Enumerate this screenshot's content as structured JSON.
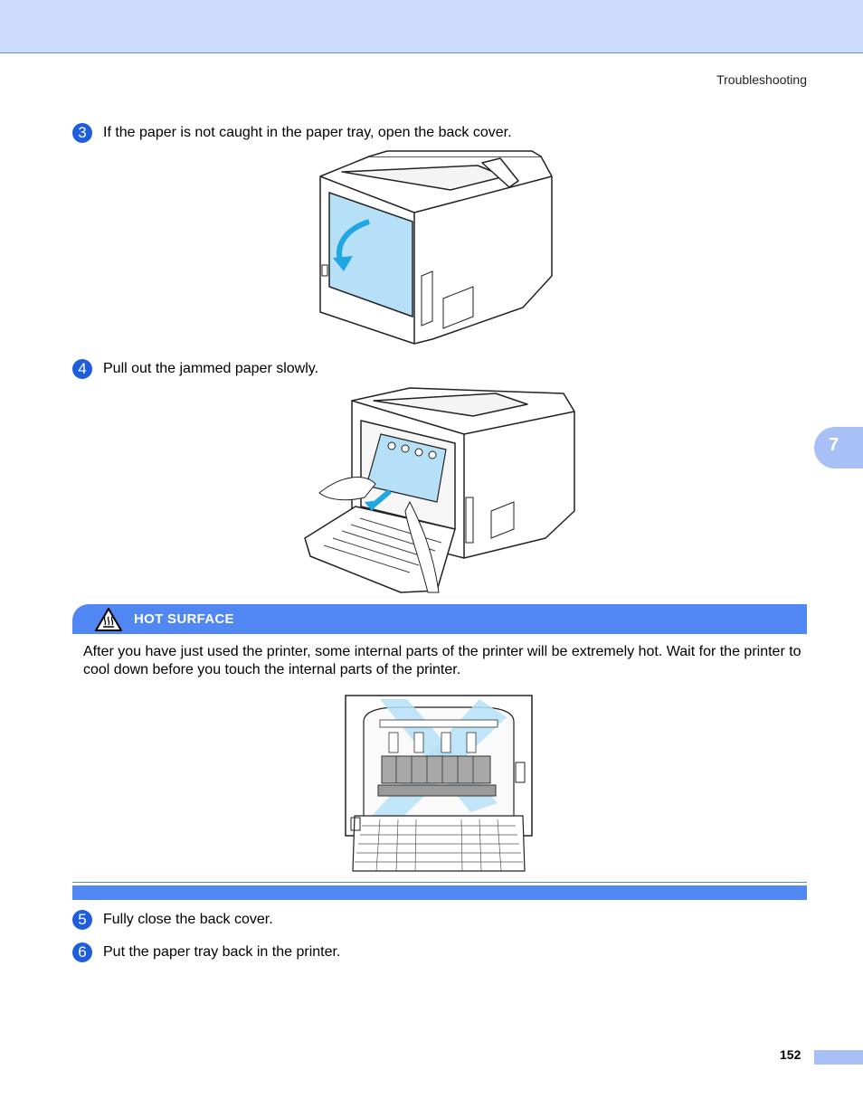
{
  "header": {
    "section": "Troubleshooting"
  },
  "chapter": "7",
  "steps": [
    {
      "num": "3",
      "text": "If the paper is not caught in the paper tray, open the back cover."
    },
    {
      "num": "4",
      "text": "Pull out the jammed paper slowly."
    },
    {
      "num": "5",
      "text": "Fully close the back cover."
    },
    {
      "num": "6",
      "text": "Put the paper tray back in the printer."
    }
  ],
  "warning": {
    "title": "HOT SURFACE",
    "body": "After you have just used the printer, some internal parts of the printer will be extremely hot. Wait for the printer to cool down before you touch the internal parts of the printer."
  },
  "footer": {
    "page_number": "152"
  },
  "colors": {
    "accent": "#5187f2",
    "header_band": "#cddcfb",
    "step_number": "#1e5edc",
    "highlight": "#b6e0f7"
  }
}
